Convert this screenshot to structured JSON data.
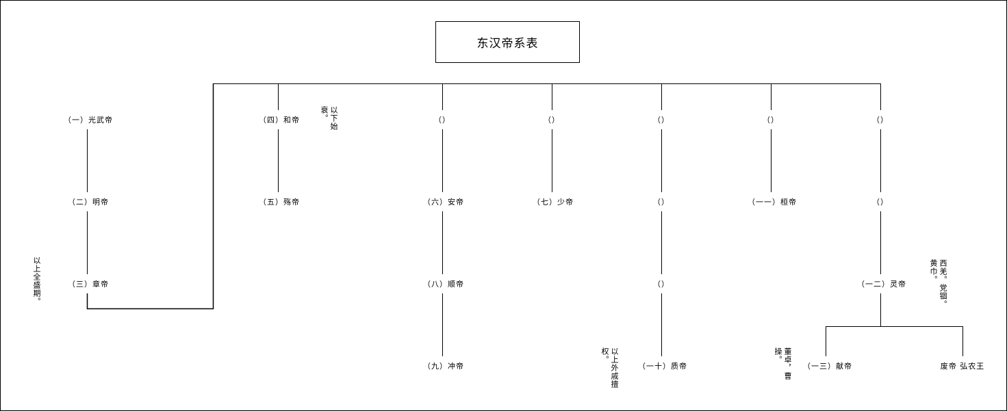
{
  "title": "东汉帝系表",
  "columns": [
    {
      "nodes": [
        "（一）光武帝",
        "（二）明帝",
        "（三）章帝"
      ]
    },
    {
      "nodes": [
        "（四）和帝",
        "（五）殇帝"
      ]
    },
    {
      "nodes": [
        "（）",
        "（六）安帝",
        "（八）顺帝",
        "（九）冲帝"
      ]
    },
    {
      "nodes": [
        "（）",
        "（七）少帝"
      ]
    },
    {
      "nodes": [
        "（）",
        "（）",
        "（）",
        "（一十）质帝"
      ]
    },
    {
      "nodes": [
        "（）",
        "（一一）桓帝"
      ]
    },
    {
      "nodes": [
        "（）",
        "（）",
        "（一二）灵帝"
      ]
    }
  ],
  "children": [
    "（一三）献帝",
    "废帝 弘农王"
  ],
  "notes": {
    "golden_age": "以上全盛期。",
    "decline": "以下始衰。",
    "consort_power": "以上外戚擅权。",
    "dong_cao": "董卓，曹操。",
    "troubles": "西羌。党锢。黄巾。"
  }
}
